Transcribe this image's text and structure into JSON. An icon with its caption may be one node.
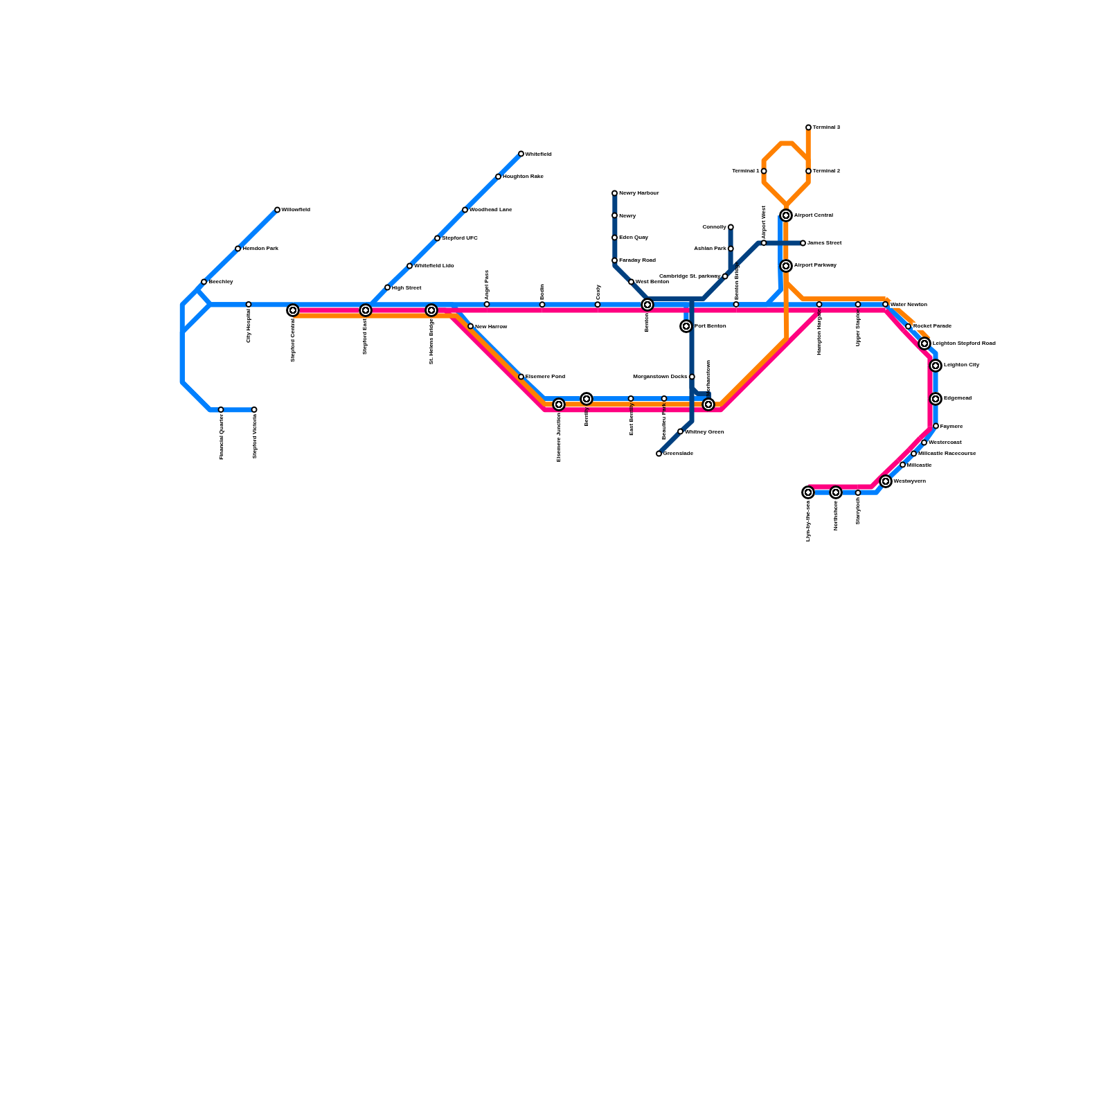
{
  "diagram": {
    "nodes": [
      {
        "text": [
          "Willowfield"
        ]
      },
      {
        "text": [
          "Hemdon Park"
        ]
      },
      {
        "text": [
          "Beechley"
        ]
      },
      {
        "text": [
          "City Hospital"
        ]
      },
      {
        "text": [
          "Stepford Central"
        ]
      },
      {
        "text": [
          "Financial Quarter"
        ]
      },
      {
        "text": [
          "Stepford Victoria"
        ]
      },
      {
        "text": [
          "Stepford East"
        ]
      },
      {
        "text": [
          "High Street"
        ]
      },
      {
        "text": [
          "Whitefield Lido"
        ]
      },
      {
        "text": [
          "Stepford UFC"
        ]
      },
      {
        "text": [
          "Woodhead Lane"
        ]
      },
      {
        "text": [
          "Houghton Rake"
        ]
      },
      {
        "text": [
          "Whitefield"
        ]
      },
      {
        "text": [
          "St. Helens Bridge"
        ]
      },
      {
        "text": [
          "Angel Pass"
        ]
      },
      {
        "text": [
          "New Harrow"
        ]
      },
      {
        "text": [
          "Elsemere Pond"
        ]
      },
      {
        "text": [
          "Bodin"
        ]
      },
      {
        "text": [
          "Elsemere Junction"
        ]
      },
      {
        "text": [
          "Berrilly"
        ]
      },
      {
        "text": [
          "Coxly"
        ]
      },
      {
        "text": [
          "Newry Harbour"
        ]
      },
      {
        "text": [
          "Newry"
        ]
      },
      {
        "text": [
          "Eden Quay"
        ]
      },
      {
        "text": [
          "Faraday Road"
        ]
      },
      {
        "text": [
          "West Benton"
        ]
      },
      {
        "text": [
          "East Berrilly"
        ]
      },
      {
        "text": [
          "Benton"
        ]
      },
      {
        "text": [
          "Beaulieu Park"
        ]
      },
      {
        "text": [
          "Port Benton"
        ]
      },
      {
        "text": [
          "Morganstown Docks"
        ]
      },
      {
        "text": [
          "Whitney Green"
        ]
      },
      {
        "text": [
          "Greenslade"
        ]
      },
      {
        "text": [
          "Morhanstown"
        ]
      },
      {
        "text": [
          "Connolly"
        ]
      },
      {
        "text": [
          "Ashlan Park"
        ]
      },
      {
        "text": [
          "Cambridge St. parkway"
        ]
      },
      {
        "text": [
          "Benton Bridge"
        ]
      },
      {
        "text": [
          "Terminal 1"
        ]
      },
      {
        "text": [
          "Airport West"
        ]
      },
      {
        "text": [
          "Terminal 3"
        ]
      },
      {
        "text": [
          "Terminal 2"
        ]
      },
      {
        "text": [
          "Airport Central"
        ]
      },
      {
        "text": [
          "James Street"
        ]
      },
      {
        "text": [
          "Airport Parkway"
        ]
      },
      {
        "text": [
          "Hampton Hargate"
        ]
      },
      {
        "text": [
          "Upper Staploe"
        ]
      },
      {
        "text": [
          "Water Newton"
        ]
      },
      {
        "text": [
          "Rocket Parade"
        ]
      },
      {
        "text": [
          "Leighton Stepford Road"
        ]
      },
      {
        "text": [
          "Leighton City"
        ]
      },
      {
        "text": [
          "Edgemead"
        ]
      },
      {
        "text": [
          "Faymere"
        ]
      },
      {
        "text": [
          "Westercoast"
        ]
      },
      {
        "text": [
          "Millcastle Racecourse"
        ]
      },
      {
        "text": [
          "Millcastle"
        ]
      },
      {
        "text": [
          "Westwyvern"
        ]
      },
      {
        "text": [
          "Llyn-by-the-sea"
        ]
      },
      {
        "text": [
          "Northshore"
        ]
      },
      {
        "text": [
          "Starryloch"
        ]
      }
    ],
    "edges": [
      {
        "from": 0,
        "to": 1,
        "arrow": "none"
      },
      {
        "from": 1,
        "to": 2,
        "arrow": "none"
      },
      {
        "from": 2,
        "to": 3,
        "arrow": "none"
      },
      {
        "from": 2,
        "to": 5,
        "arrow": "none"
      },
      {
        "from": 3,
        "to": 5,
        "arrow": "none"
      },
      {
        "from": 5,
        "to": 6,
        "arrow": "none"
      },
      {
        "from": 3,
        "to": 4,
        "arrow": "none"
      },
      {
        "from": 4,
        "to": 7,
        "arrow": "none"
      },
      {
        "from": 7,
        "to": 8,
        "arrow": "none"
      },
      {
        "from": 8,
        "to": 9,
        "arrow": "none"
      },
      {
        "from": 9,
        "to": 10,
        "arrow": "none"
      },
      {
        "from": 10,
        "to": 11,
        "arrow": "none"
      },
      {
        "from": 11,
        "to": 12,
        "arrow": "none"
      },
      {
        "from": 12,
        "to": 13,
        "arrow": "none"
      },
      {
        "from": 7,
        "to": 14,
        "arrow": "none"
      },
      {
        "from": 14,
        "to": 15,
        "arrow": "none"
      },
      {
        "from": 15,
        "to": 18,
        "arrow": "none"
      },
      {
        "from": 18,
        "to": 21,
        "arrow": "none"
      },
      {
        "from": 21,
        "to": 28,
        "arrow": "none"
      },
      {
        "from": 14,
        "to": 16,
        "arrow": "none"
      },
      {
        "from": 16,
        "to": 17,
        "arrow": "none"
      },
      {
        "from": 17,
        "to": 19,
        "arrow": "none"
      },
      {
        "from": 19,
        "to": 20,
        "arrow": "none"
      },
      {
        "from": 20,
        "to": 27,
        "arrow": "none"
      },
      {
        "from": 27,
        "to": 29,
        "arrow": "none"
      },
      {
        "from": 29,
        "to": 34,
        "arrow": "none"
      },
      {
        "from": 28,
        "to": 30,
        "arrow": "none"
      },
      {
        "from": 28,
        "to": 38,
        "arrow": "none"
      },
      {
        "from": 38,
        "to": 45,
        "arrow": "none"
      },
      {
        "from": 45,
        "to": 43,
        "arrow": "none"
      },
      {
        "from": 38,
        "to": 46,
        "arrow": "none"
      },
      {
        "from": 46,
        "to": 47,
        "arrow": "none"
      },
      {
        "from": 47,
        "to": 48,
        "arrow": "none"
      },
      {
        "from": 48,
        "to": 49,
        "arrow": "none"
      },
      {
        "from": 49,
        "to": 50,
        "arrow": "none"
      },
      {
        "from": 50,
        "to": 51,
        "arrow": "none"
      },
      {
        "from": 51,
        "to": 52,
        "arrow": "none"
      },
      {
        "from": 52,
        "to": 53,
        "arrow": "none"
      },
      {
        "from": 53,
        "to": 54,
        "arrow": "none"
      },
      {
        "from": 54,
        "to": 55,
        "arrow": "none"
      },
      {
        "from": 55,
        "to": 56,
        "arrow": "none"
      },
      {
        "from": 56,
        "to": 57,
        "arrow": "none"
      },
      {
        "from": 57,
        "to": 60,
        "arrow": "none"
      },
      {
        "from": 60,
        "to": 59,
        "arrow": "none"
      },
      {
        "from": 59,
        "to": 58,
        "arrow": "none"
      },
      {
        "from": 4,
        "to": 7,
        "arrow": "none",
        "color": "#ff0080"
      },
      {
        "from": 7,
        "to": 14,
        "arrow": "none",
        "color": "#ff0080"
      },
      {
        "from": 14,
        "to": 19,
        "arrow": "none",
        "color": "#ff0080"
      },
      {
        "from": 19,
        "to": 20,
        "arrow": "none",
        "color": "#ff0080"
      },
      {
        "from": 20,
        "to": 27,
        "arrow": "none",
        "color": "#ff0080"
      },
      {
        "from": 27,
        "to": 29,
        "arrow": "none",
        "color": "#ff0080"
      },
      {
        "from": 29,
        "to": 34,
        "arrow": "none",
        "color": "#ff0080"
      },
      {
        "from": 34,
        "to": 46,
        "arrow": "none",
        "color": "#ff0080"
      },
      {
        "from": 14,
        "to": 15,
        "arrow": "none",
        "color": "#ff0080"
      },
      {
        "from": 15,
        "to": 18,
        "arrow": "none",
        "color": "#ff0080"
      },
      {
        "from": 18,
        "to": 21,
        "arrow": "none",
        "color": "#ff0080"
      },
      {
        "from": 21,
        "to": 28,
        "arrow": "none",
        "color": "#ff0080"
      },
      {
        "from": 28,
        "to": 38,
        "arrow": "none",
        "color": "#ff0080"
      },
      {
        "from": 38,
        "to": 46,
        "arrow": "none",
        "color": "#ff0080"
      },
      {
        "from": 46,
        "to": 47,
        "arrow": "none",
        "color": "#ff0080"
      },
      {
        "from": 47,
        "to": 48,
        "arrow": "none",
        "color": "#ff0080"
      },
      {
        "from": 48,
        "to": 49,
        "arrow": "none",
        "color": "#ff0080"
      },
      {
        "from": 49,
        "to": 50,
        "arrow": "none",
        "color": "#ff0080"
      },
      {
        "from": 50,
        "to": 51,
        "arrow": "none",
        "color": "#ff0080"
      },
      {
        "from": 51,
        "to": 52,
        "arrow": "none",
        "color": "#ff0080"
      },
      {
        "from": 52,
        "to": 53,
        "arrow": "none",
        "color": "#ff0080"
      },
      {
        "from": 53,
        "to": 54,
        "arrow": "none",
        "color": "#ff0080"
      },
      {
        "from": 54,
        "to": 55,
        "arrow": "none",
        "color": "#ff0080"
      },
      {
        "from": 55,
        "to": 56,
        "arrow": "none",
        "color": "#ff0080"
      },
      {
        "from": 56,
        "to": 57,
        "arrow": "none",
        "color": "#ff0080"
      },
      {
        "from": 57,
        "to": 60,
        "arrow": "none",
        "color": "#ff0080"
      },
      {
        "from": 60,
        "to": 59,
        "arrow": "none",
        "color": "#ff0080"
      },
      {
        "from": 59,
        "to": 58,
        "arrow": "none",
        "color": "#ff0080"
      },
      {
        "from": 4,
        "to": 7,
        "arrow": "none",
        "color": "#ff8000"
      },
      {
        "from": 7,
        "to": 14,
        "arrow": "none",
        "color": "#ff8000"
      },
      {
        "from": 14,
        "to": 19,
        "arrow": "none",
        "color": "#ff8000"
      },
      {
        "from": 19,
        "to": 20,
        "arrow": "none",
        "color": "#ff8000"
      },
      {
        "from": 20,
        "to": 27,
        "arrow": "none",
        "color": "#ff8000"
      },
      {
        "from": 27,
        "to": 29,
        "arrow": "none",
        "color": "#ff8000"
      },
      {
        "from": 29,
        "to": 34,
        "arrow": "none",
        "color": "#ff8000"
      },
      {
        "from": 34,
        "to": 45,
        "arrow": "none",
        "color": "#ff8000"
      },
      {
        "from": 45,
        "to": 43,
        "arrow": "none",
        "color": "#ff8000"
      },
      {
        "from": 43,
        "to": 39,
        "arrow": "none",
        "color": "#ff8000"
      },
      {
        "from": 39,
        "to": 42,
        "arrow": "none",
        "color": "#ff8000"
      },
      {
        "from": 42,
        "to": 41,
        "arrow": "none",
        "color": "#ff8000"
      },
      {
        "from": 42,
        "to": 43,
        "arrow": "none",
        "color": "#ff8000"
      },
      {
        "from": 45,
        "to": 48,
        "arrow": "none",
        "color": "#ff8000"
      },
      {
        "from": 48,
        "to": 49,
        "arrow": "none",
        "color": "#ff8000"
      },
      {
        "from": 49,
        "to": 50,
        "arrow": "none",
        "color": "#ff8000"
      },
      {
        "from": 22,
        "to": 23,
        "arrow": "none",
        "color": "#004080"
      },
      {
        "from": 23,
        "to": 24,
        "arrow": "none",
        "color": "#004080"
      },
      {
        "from": 24,
        "to": 25,
        "arrow": "none",
        "color": "#004080"
      },
      {
        "from": 25,
        "to": 26,
        "arrow": "none",
        "color": "#004080"
      },
      {
        "from": 26,
        "to": 28,
        "arrow": "none",
        "color": "#004080"
      },
      {
        "from": 28,
        "to": 30,
        "arrow": "none",
        "color": "#004080"
      },
      {
        "from": 28,
        "to": 37,
        "arrow": "none",
        "color": "#004080"
      },
      {
        "from": 35,
        "to": 36,
        "arrow": "none",
        "color": "#004080"
      },
      {
        "from": 36,
        "to": 37,
        "arrow": "none",
        "color": "#004080"
      },
      {
        "from": 37,
        "to": 40,
        "arrow": "none",
        "color": "#004080"
      },
      {
        "from": 40,
        "to": 44,
        "arrow": "none",
        "color": "#004080"
      },
      {
        "from": 30,
        "to": 31,
        "arrow": "none",
        "color": "#004080"
      },
      {
        "from": 31,
        "to": 32,
        "arrow": "none",
        "color": "#004080"
      },
      {
        "from": 32,
        "to": 33,
        "arrow": "none",
        "color": "#004080"
      },
      {
        "from": 31,
        "to": 34,
        "arrow": "none",
        "color": "#004080"
      }
    ]
  }
}
